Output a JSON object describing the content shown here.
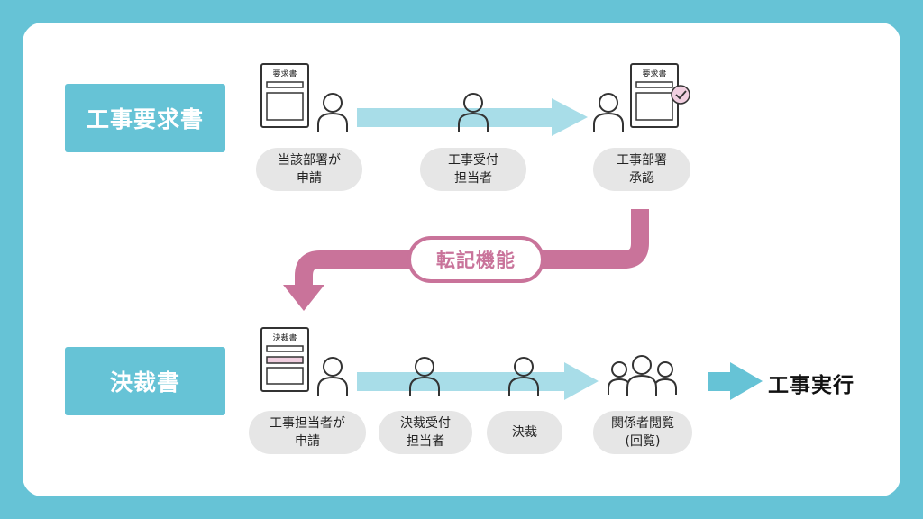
{
  "rows": {
    "request": {
      "label": "工事要求書",
      "doc_label": "要求書"
    },
    "decision": {
      "label": "決裁書",
      "doc_label": "決裁書"
    }
  },
  "request_steps": [
    {
      "line1": "当該部署が",
      "line2": "申請"
    },
    {
      "line1": "工事受付",
      "line2": "担当者"
    },
    {
      "line1": "工事部署",
      "line2": "承認"
    }
  ],
  "decision_steps": [
    {
      "line1": "工事担当者が",
      "line2": "申請"
    },
    {
      "line1": "決裁受付",
      "line2": "担当者"
    },
    {
      "line1": "決裁",
      "line2": ""
    },
    {
      "line1": "関係者閲覧",
      "line2": "(回覧)"
    }
  ],
  "transfer_label": "転記機能",
  "result_label": "工事実行",
  "colors": {
    "teal": "#66c3d6",
    "arrow": "#a8dde8",
    "pink": "#c9739a",
    "pill": "#e6e6e6"
  },
  "icons": [
    "document-icon",
    "person-icon",
    "check-badge-icon",
    "group-icon",
    "arrow-right-icon",
    "transfer-arrow-icon"
  ]
}
